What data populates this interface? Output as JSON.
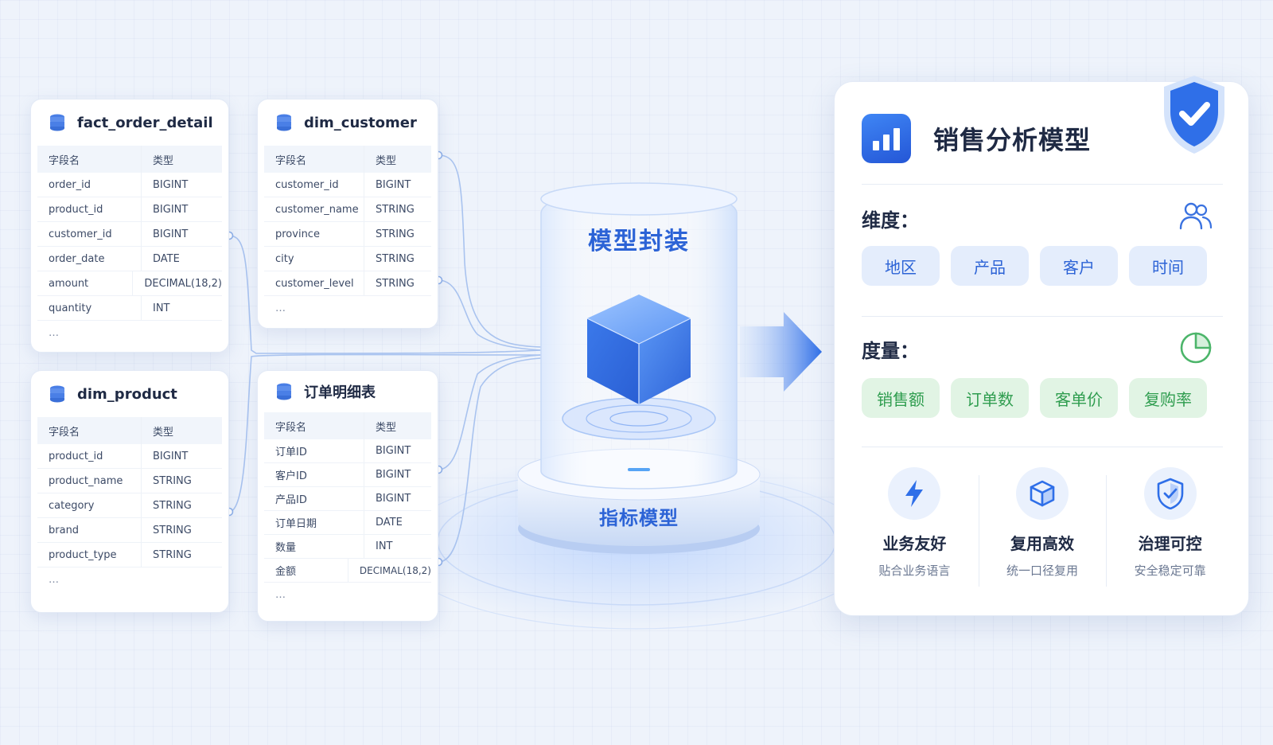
{
  "tables": [
    {
      "id": "fact_order_detail",
      "name": "fact_order_detail",
      "col_field": "字段名",
      "col_type": "类型",
      "rows": [
        {
          "field": "order_id",
          "type": "BIGINT"
        },
        {
          "field": "product_id",
          "type": "BIGINT"
        },
        {
          "field": "customer_id",
          "type": "BIGINT"
        },
        {
          "field": "order_date",
          "type": "DATE"
        },
        {
          "field": "amount",
          "type": "DECIMAL(18,2)"
        },
        {
          "field": "quantity",
          "type": "INT"
        }
      ],
      "more": "…"
    },
    {
      "id": "dim_customer",
      "name": "dim_customer",
      "col_field": "字段名",
      "col_type": "类型",
      "rows": [
        {
          "field": "customer_id",
          "type": "BIGINT"
        },
        {
          "field": "customer_name",
          "type": "STRING"
        },
        {
          "field": "province",
          "type": "STRING"
        },
        {
          "field": "city",
          "type": "STRING"
        },
        {
          "field": "customer_level",
          "type": "STRING"
        }
      ],
      "more": "…"
    },
    {
      "id": "dim_product",
      "name": "dim_product",
      "col_field": "字段名",
      "col_type": "类型",
      "rows": [
        {
          "field": "product_id",
          "type": "BIGINT"
        },
        {
          "field": "product_name",
          "type": "STRING"
        },
        {
          "field": "category",
          "type": "STRING"
        },
        {
          "field": "brand",
          "type": "STRING"
        },
        {
          "field": "product_type",
          "type": "STRING"
        }
      ],
      "more": "…"
    },
    {
      "id": "order_detail_cn",
      "name": "订单明细表",
      "col_field": "字段名",
      "col_type": "类型",
      "rows": [
        {
          "field": "订单ID",
          "type": "BIGINT"
        },
        {
          "field": "客户ID",
          "type": "BIGINT"
        },
        {
          "field": "产品ID",
          "type": "BIGINT"
        },
        {
          "field": "订单日期",
          "type": "DATE"
        },
        {
          "field": "数量",
          "type": "INT"
        },
        {
          "field": "金额",
          "type": "DECIMAL(18,2)"
        }
      ],
      "more": "…"
    }
  ],
  "center": {
    "top_label": "模型封装",
    "base_label": "指标模型"
  },
  "model": {
    "title": "销售分析模型",
    "dimensions_title": "维度：",
    "dimensions": [
      "地区",
      "产品",
      "客户",
      "时间"
    ],
    "measures_title": "度量：",
    "measures": [
      "销售额",
      "订单数",
      "客单价",
      "复购率"
    ],
    "features": [
      {
        "icon": "lightning-icon",
        "title": "业务友好",
        "subtitle": "贴合业务语言"
      },
      {
        "icon": "cube-icon",
        "title": "复用高效",
        "subtitle": "统一口径复用"
      },
      {
        "icon": "shield-icon",
        "title": "治理可控",
        "subtitle": "安全稳定可靠"
      }
    ]
  },
  "colors": {
    "accent": "#2c63d6",
    "dimension_chip_bg": "#e4edfc",
    "measure_chip_bg": "#e1f4e4",
    "measure_text": "#2f9d4f"
  }
}
